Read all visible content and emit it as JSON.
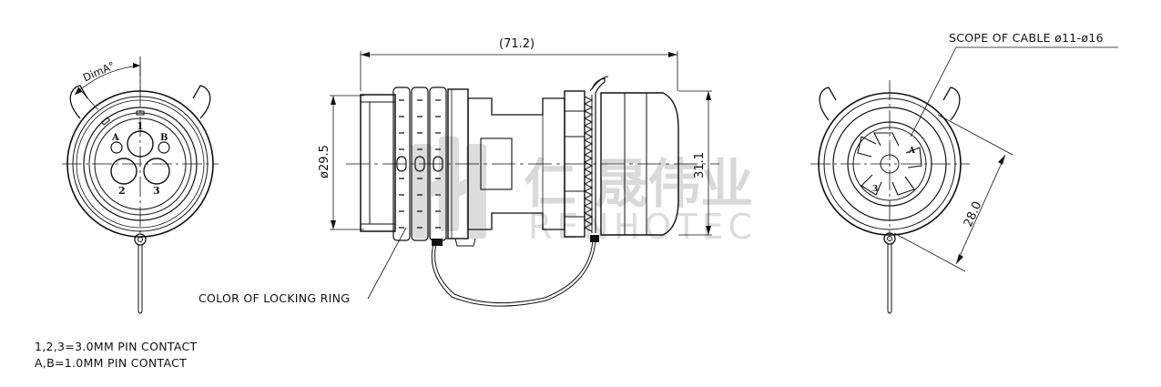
{
  "views": {
    "front": {
      "angle_label": "DimA°",
      "pins": [
        {
          "label": "1"
        },
        {
          "label": "2"
        },
        {
          "label": "3"
        },
        {
          "label": "A"
        },
        {
          "label": "B"
        }
      ]
    },
    "side": {
      "length_label": "(71.2)",
      "diameter_label": "ø29.5",
      "height_label": "31.1",
      "locking_ring_note": "COLOR OF LOCKING RING"
    },
    "rear": {
      "cable_note": "SCOPE OF CABLE ø11-ø16",
      "width_label": "28.0",
      "marker_a": "A",
      "marker_3": "3"
    }
  },
  "watermark": {
    "cn_text": "仁 晟伟业",
    "en_text": "RENHOTEC",
    "color": "#d9d9d9"
  },
  "notes": [
    "1,2,3=3.0MM PIN CONTACT",
    "A,B=1.0MM PIN CONTACT"
  ]
}
